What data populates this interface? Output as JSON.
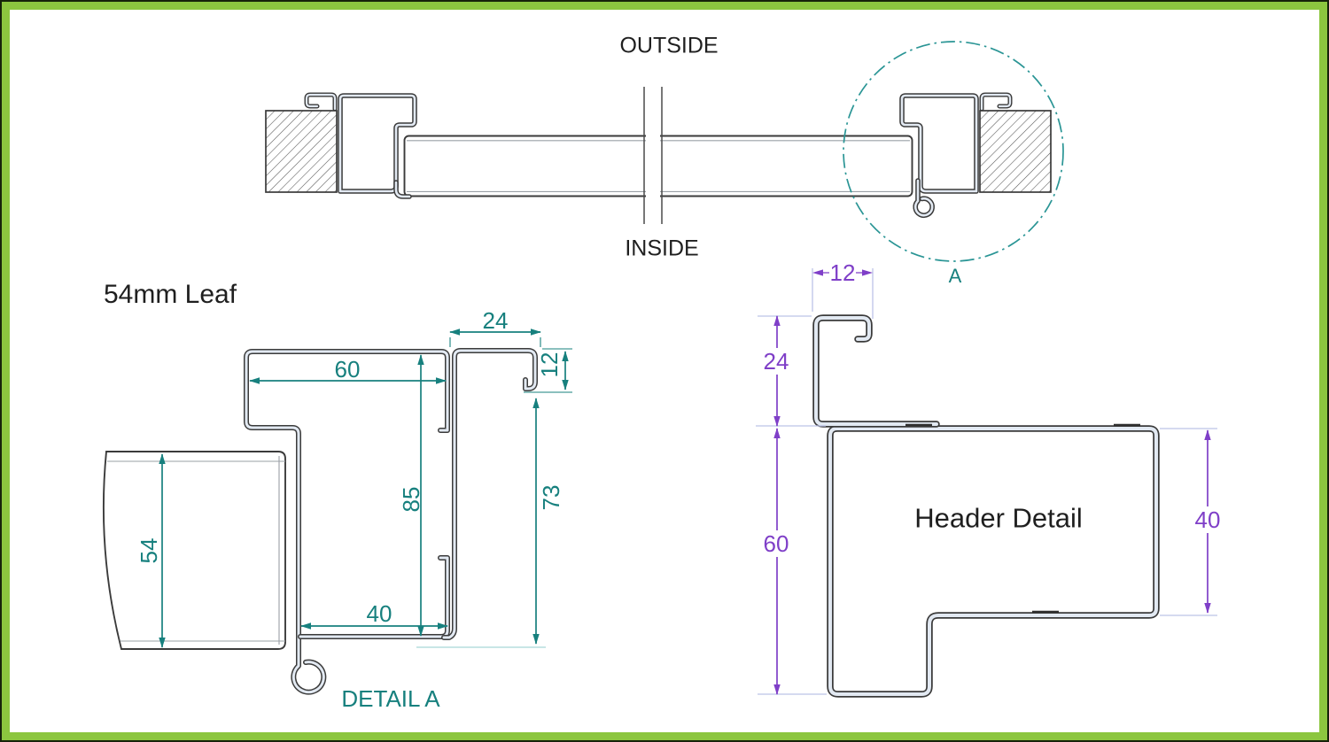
{
  "colors": {
    "border_green": "#8cc63f",
    "border_dark": "#16230a",
    "teal": "#17807e",
    "teal_light": "#a7d6d6",
    "purple": "#7f3fc8",
    "purple_light": "#bcc3e8",
    "line_dark": "#3b3b3b",
    "sheet_fill": "#e2e9f2",
    "hatch_line": "#555555",
    "skin_gray": "#9aa0a6",
    "text_black": "#1f1f1f",
    "circle_teal": "#2a9595"
  },
  "assembly": {
    "outside_label": "OUTSIDE",
    "inside_label": "INSIDE",
    "detail_marker": "A"
  },
  "detail_a": {
    "title": "54mm Leaf",
    "caption": "DETAIL A",
    "dims": {
      "top_width": "24",
      "hook_depth": "12",
      "inner_width": "60",
      "inner_height": "85",
      "right_height": "73",
      "leaf_thickness": "54",
      "bottom_width": "40"
    }
  },
  "header": {
    "caption": "Header Detail",
    "dims": {
      "hook_width": "12",
      "hook_height": "24",
      "body_height": "60",
      "right_height": "40"
    }
  }
}
